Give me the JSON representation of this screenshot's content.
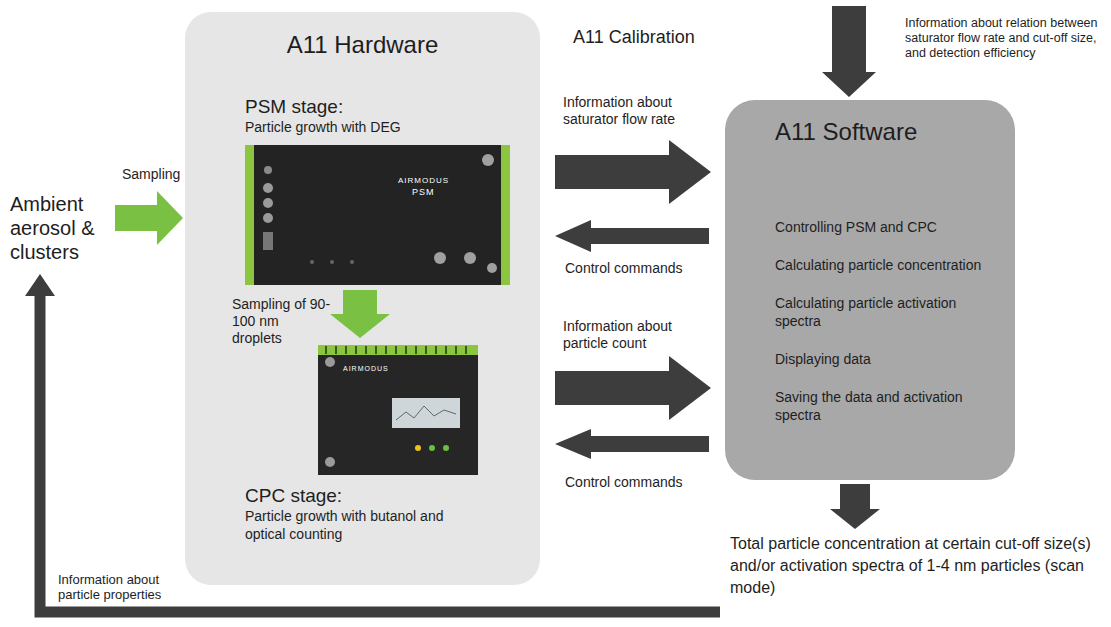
{
  "diagram": {
    "nodes": [
      {
        "text": [
          "Ambient aerosol & clusters"
        ]
      },
      {
        "text": [
          "A11 Hardware"
        ]
      },
      {
        "text": [
          "PSM stage:",
          "Particle growth with DEG"
        ],
        "in": 1
      },
      {
        "text": [
          "CPC stage:",
          "Particle growth with butanol and optical counting"
        ],
        "in": 1
      },
      {
        "text": [
          "A11 Calibration"
        ]
      },
      {
        "text": [
          "A11 Software",
          "Controlling PSM and CPC",
          "Calculating particle concentration",
          "Calculating particle activation spectra",
          "Displaying data",
          "Saving the data and activation spectra"
        ]
      },
      {
        "text": [
          "Total particle concentration at certain cut-off size(s) and/or activation spectra of 1-4 nm particles (scan mode)"
        ]
      }
    ],
    "edges": [
      {
        "from": 0,
        "to": 1,
        "arrow": "to",
        "label": "Sampling"
      },
      {
        "from": 2,
        "to": 3,
        "arrow": "to",
        "label": "Sampling of 90-100 nm droplets"
      },
      {
        "from": 1,
        "to": 5,
        "arrow": "to",
        "label": "Information about saturator flow rate"
      },
      {
        "from": 5,
        "to": 1,
        "arrow": "to",
        "label": "Control commands"
      },
      {
        "from": 1,
        "to": 5,
        "arrow": "to",
        "label": "Information about particle count"
      },
      {
        "from": 5,
        "to": 1,
        "arrow": "to",
        "label": "Control commands"
      },
      {
        "from": 4,
        "to": 5,
        "arrow": "to",
        "label": "Information about relation between saturator flow rate and cut-off size, and detection efficiency"
      },
      {
        "from": 5,
        "to": 6,
        "arrow": "to"
      },
      {
        "from": 6,
        "to": 0,
        "arrow": "to",
        "label": "Information about particle properties"
      }
    ],
    "labels": [
      "AIRMODUS",
      "PSM",
      "AIRMODUS"
    ]
  }
}
